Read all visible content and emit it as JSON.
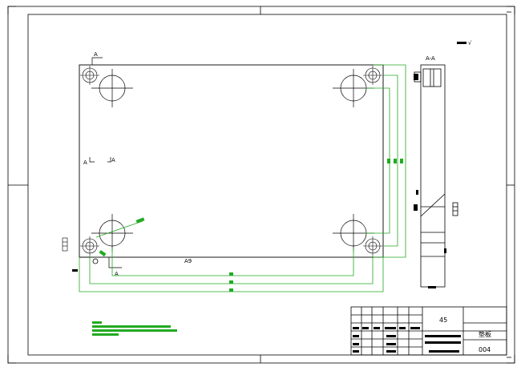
{
  "drawing": {
    "section_mark": "A",
    "section_view_title": "A-A",
    "plate_dimension": "A9",
    "roughness_symbol": "√",
    "section_labels": [
      "A",
      "A",
      "A",
      "A"
    ]
  },
  "title_block": {
    "material": "45",
    "part_name": "垫板",
    "drawing_number": "004"
  },
  "colors": {
    "line": "#000000",
    "dimension": "#22aa22",
    "background": "#ffffff"
  }
}
